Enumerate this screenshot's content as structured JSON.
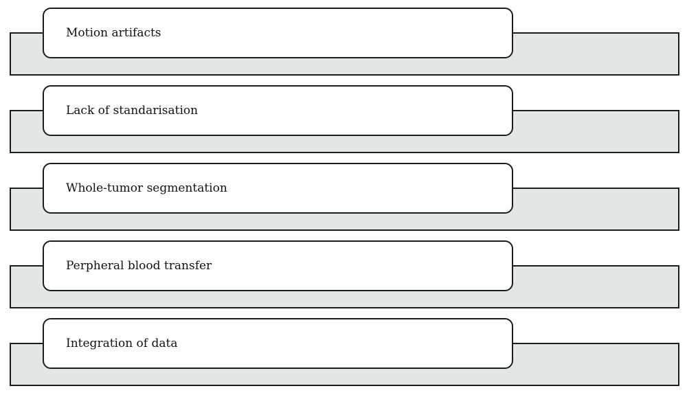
{
  "items": [
    {
      "label": "Motion artifacts"
    },
    {
      "label": "Lack of standarisation"
    },
    {
      "label": "Whole-tumor segmentation"
    },
    {
      "label": "Perpheral blood transfer"
    },
    {
      "label": "Integration of data"
    }
  ],
  "colors": {
    "band_fill": "#e3e6e5",
    "box_fill": "#ffffff",
    "stroke": "#1c1c1c",
    "text": "#111111"
  }
}
